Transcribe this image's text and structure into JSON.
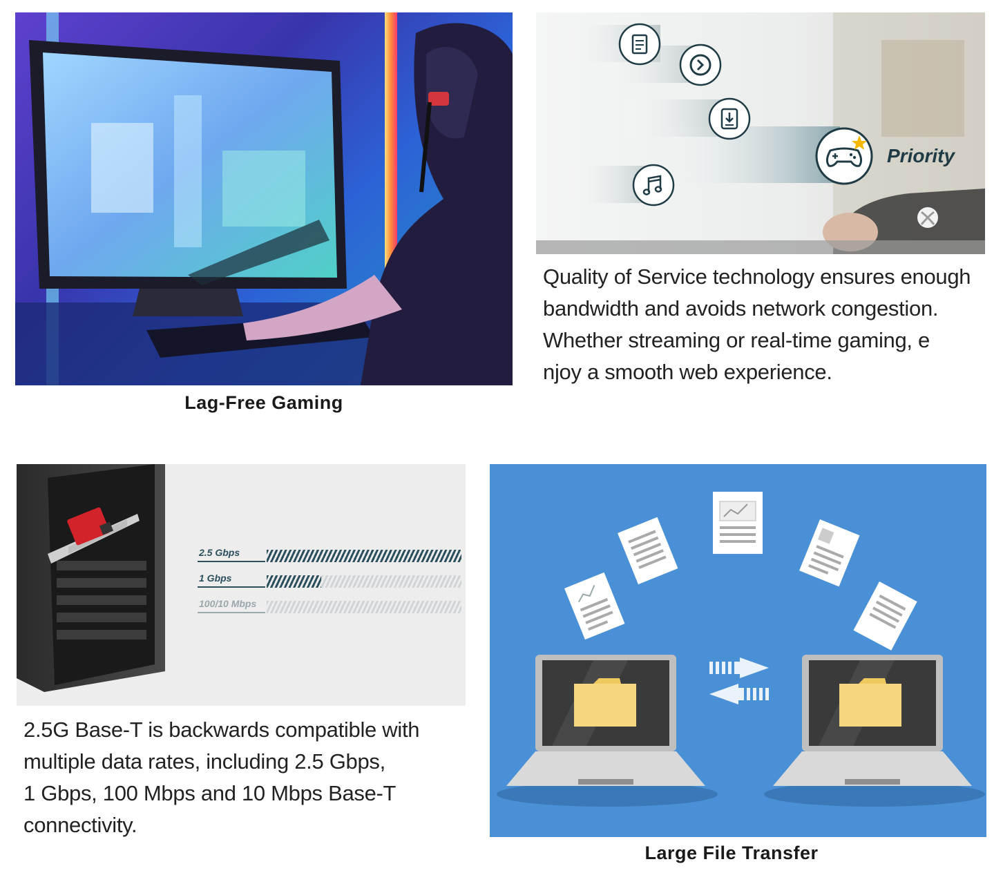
{
  "sections": {
    "gaming": {
      "caption": "Lag-Free Gaming"
    },
    "qos": {
      "priority_label": "Priority",
      "description_lines": [
        "Quality of Service technology ensures enough",
        "bandwidth and avoids network congestion.",
        "Whether streaming or real-time gaming, e",
        "njoy a smooth web experience."
      ],
      "icons": [
        "document-icon",
        "play-icon",
        "download-icon",
        "music-icon",
        "gamepad-icon",
        "xbox-logo-icon"
      ]
    },
    "speeds": {
      "rates": [
        {
          "label": "2.5 Gbps",
          "level": 1.0
        },
        {
          "label": "1 Gbps",
          "level": 0.28
        },
        {
          "label": "100/10 Mbps",
          "level": 0.0
        }
      ],
      "description_lines": [
        "2.5G Base-T is backwards compatible with",
        "multiple data rates, including 2.5 Gbps,",
        "1 Gbps, 100 Mbps and 10 Mbps Base-T",
        "connectivity."
      ]
    },
    "transfer": {
      "caption": "Large File Transfer"
    }
  },
  "colors": {
    "transfer_bg": "#4a90d6",
    "rate_active": "#2b4f5c",
    "rate_inactive": "#cfd4d6",
    "card_red": "#d2232a",
    "priority_star": "#f5b800"
  }
}
